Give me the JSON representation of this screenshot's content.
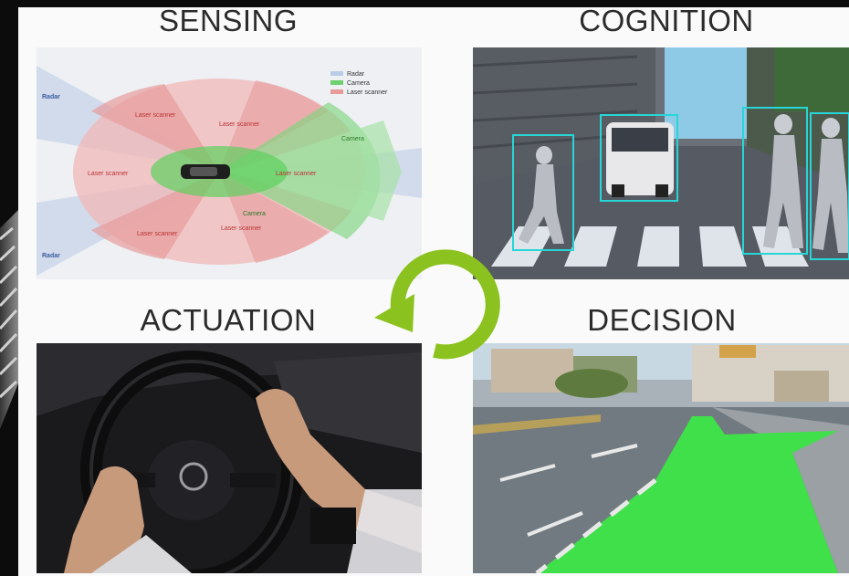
{
  "quadrants": {
    "sensing": {
      "title": "SENSING"
    },
    "cognition": {
      "title": "COGNITION"
    },
    "actuation": {
      "title": "ACTUATION"
    },
    "decision": {
      "title": "DECISION"
    }
  },
  "sensing_diagram": {
    "legend": [
      "Radar",
      "Camera",
      "Laser scanner"
    ],
    "sensor_labels": [
      "Radar",
      "Radar",
      "Laser scanner",
      "Laser scanner",
      "Laser scanner",
      "Laser scanner",
      "Laser scanner",
      "Laser scanner",
      "Camera",
      "Camera"
    ]
  },
  "colors": {
    "cycle_arrow": "#8cc21f",
    "radar": "#b9cde8",
    "camera": "#6fd06f",
    "laser": "#e79b9b",
    "detection_box": "#27d6d6",
    "drivable_path": "#3fe04a"
  }
}
